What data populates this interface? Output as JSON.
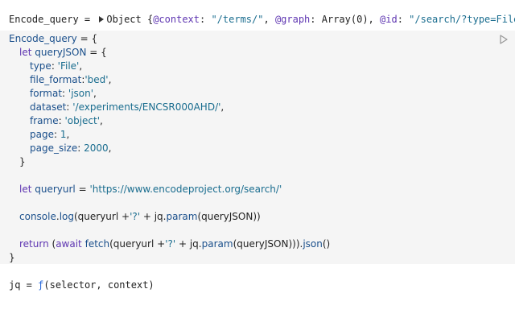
{
  "output": {
    "name": "Encode_query",
    "eq": " = ",
    "type": "Object",
    "open": " {",
    "k1": "@context",
    "s1": ": ",
    "v1": "\"/terms/\"",
    "c1": ", ",
    "k2": "@graph",
    "s2": ": ",
    "v2": "Array(0)",
    "c2": ", ",
    "k3": "@id",
    "s3": ": ",
    "v3": "\"/search/?type=File&file_for"
  },
  "code": {
    "l1_name": "Encode_query",
    "l1_rest": " = {",
    "l2_kw": "let",
    "l2_var": "queryJSON",
    "l2_rest": " = {",
    "l3_key": "type",
    "l3_sep": ": ",
    "l3_val": "'File'",
    "l3_end": ",",
    "l4_key": "file_format",
    "l4_sep": ":",
    "l4_val": "'bed'",
    "l4_end": ",",
    "l5_key": "format",
    "l5_sep": ": ",
    "l5_val": "'json'",
    "l5_end": ",",
    "l6_key": "dataset",
    "l6_sep": ": ",
    "l6_val": "'/experiments/ENCSR000AHD/'",
    "l6_end": ",",
    "l7_key": "frame",
    "l7_sep": ": ",
    "l7_val": "'object'",
    "l7_end": ",",
    "l8_key": "page",
    "l8_sep": ": ",
    "l8_val": "1",
    "l8_end": ",",
    "l9_key": "page_size",
    "l9_sep": ": ",
    "l9_val": "2000",
    "l9_end": ",",
    "l10": "}",
    "l12_kw": "let",
    "l12_var": "queryurl",
    "l12_eq": " = ",
    "l12_val": "'https://www.encodeproject.org/search/'",
    "l14_obj": "console",
    "l14_dot": ".",
    "l14_fn": "log",
    "l14_a": "(queryurl +",
    "l14_str": "'?'",
    "l14_b": " + jq.",
    "l14_fn2": "param",
    "l14_c": "(queryJSON))",
    "l16_kw": "return",
    "l16_a": " (",
    "l16_kw2": "await",
    "l16_sp": " ",
    "l16_fn": "fetch",
    "l16_b": "(queryurl +",
    "l16_str": "'?'",
    "l16_c": " + jq.",
    "l16_fn2": "param",
    "l16_d": "(queryJSON))).",
    "l16_fn3": "json",
    "l16_e": "()",
    "l17": "}"
  },
  "cell2": {
    "name": "jq",
    "eq": " = ",
    "f": "ƒ",
    "sig": "(selector, context)"
  },
  "icons": {
    "run": "play-icon"
  }
}
